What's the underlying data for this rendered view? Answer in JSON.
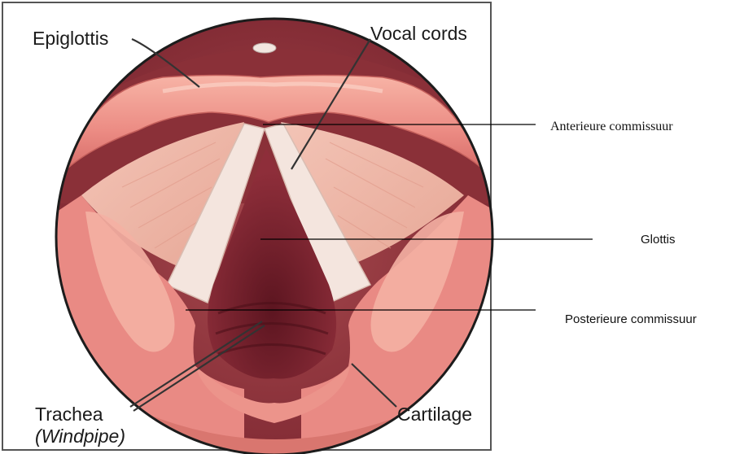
{
  "labels": {
    "epiglottis": "Epiglottis",
    "vocal_cords": "Vocal cords",
    "trachea": "Trachea",
    "windpipe": "(Windpipe)",
    "cartilage": "Cartilage"
  },
  "annotations": {
    "anterior": "Anterieure commissuur",
    "glottis": "Glottis",
    "posterior": "Posterieure commissuur"
  },
  "colors": {
    "tissue": "#e98a84",
    "tissue_light": "#f6c0b3",
    "cord": "#f3e6df",
    "airway": "#7a1e2a",
    "frame": "#333333"
  }
}
